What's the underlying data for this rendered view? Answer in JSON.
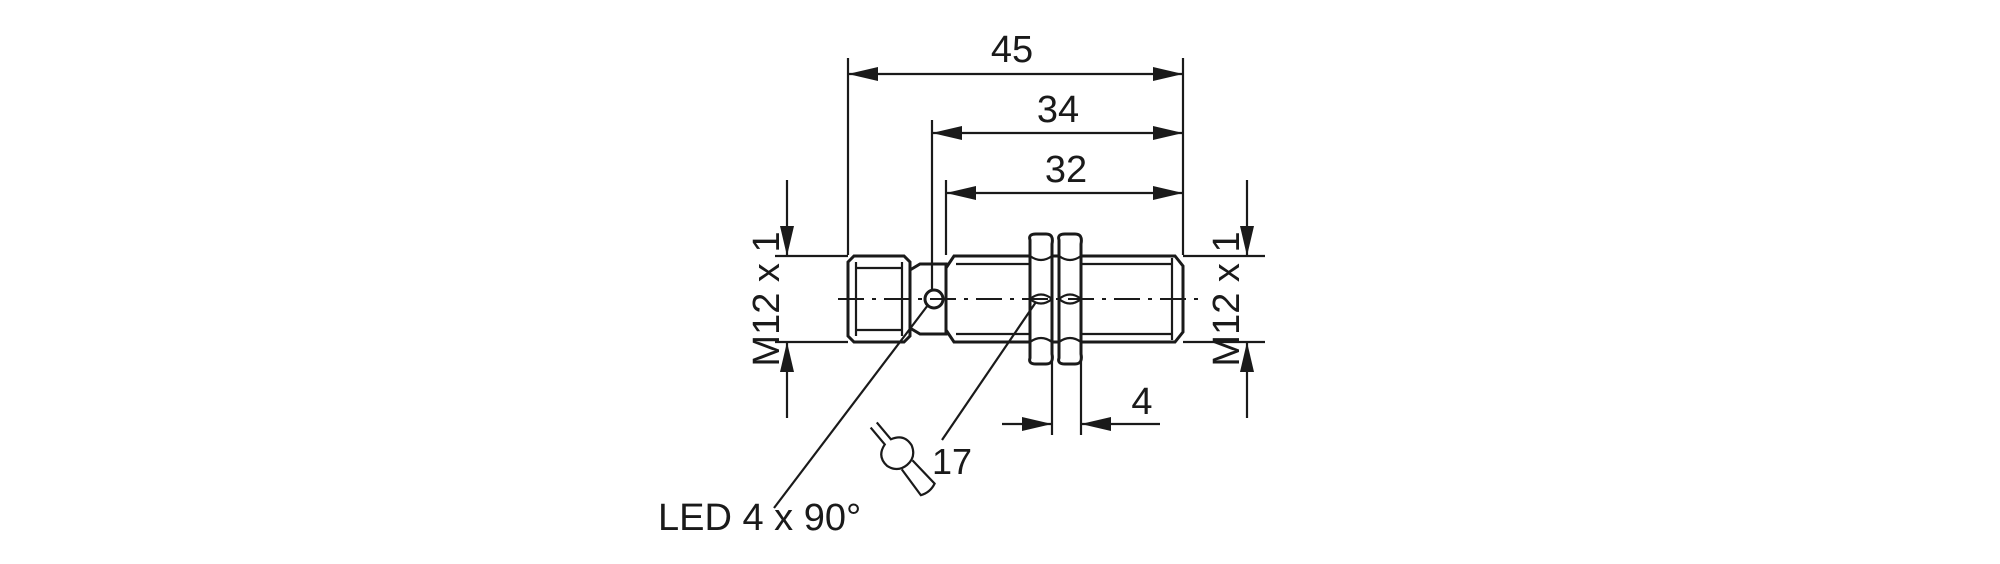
{
  "dimensions": {
    "overall_length": "45",
    "length_from_led": "34",
    "thread_length": "32",
    "nut_thickness": "4",
    "thread_left": "M12 x 1",
    "thread_right": "M12 x 1",
    "wrench_size": "17"
  },
  "callouts": {
    "led": "LED 4 x 90°"
  },
  "icons": {
    "wrench": "wrench-icon"
  }
}
